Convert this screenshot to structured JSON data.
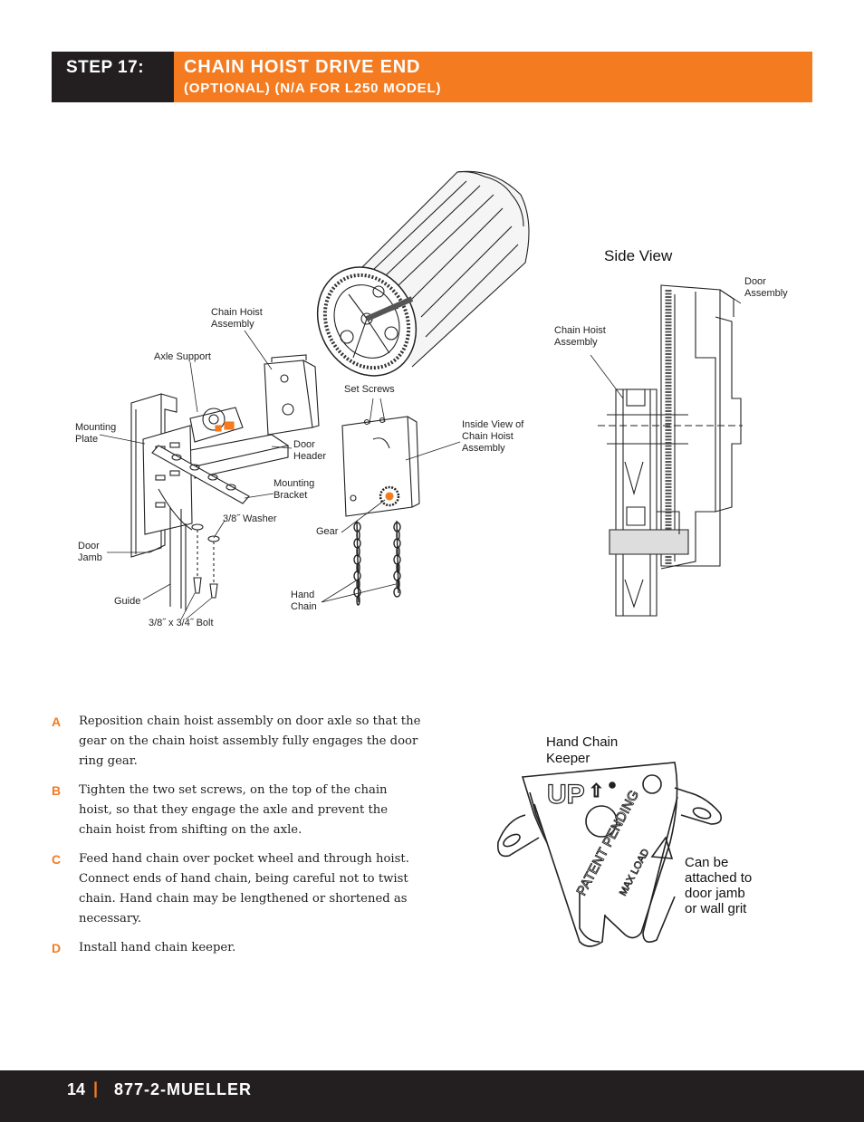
{
  "header": {
    "step_label": "STEP 17:",
    "title": "CHAIN HOIST DRIVE END",
    "subtitle": "(OPTIONAL) (N/A FOR L250 MODEL)"
  },
  "diagram": {
    "labels": {
      "chain_hoist_assembly": "Chain Hoist\nAssembly",
      "axle_support": "Axle Support",
      "set_screws": "Set Screws",
      "mounting_plate": "Mounting\nPlate",
      "door_header": "Door\nHeader",
      "inside_view": "Inside View of\nChain Hoist\nAssembly",
      "mounting_bracket": "Mounting\nBracket",
      "washer": "3/8˝ Washer",
      "gear": "Gear",
      "door_jamb": "Door\nJamb",
      "hand_chain": "Hand\nChain",
      "guide": "Guide",
      "bolt": "3/8˝ x 3/4˝ Bolt"
    },
    "side_view": {
      "title": "Side View",
      "door_assembly": "Door\nAssembly",
      "chain_hoist_assembly": "Chain Hoist\nAssembly"
    },
    "keeper": {
      "title": "Hand Chain\nKeeper",
      "note": "Can be\nattached to\ndoor jamb\nor wall grit",
      "up_text": "UP",
      "patent_text": "PATENT PENDING",
      "warning_text": "MAX LOAD"
    }
  },
  "steps": [
    {
      "letter": "A",
      "text": "Reposition chain hoist assembly on door axle so that the gear on the chain hoist assembly fully engages the door ring gear."
    },
    {
      "letter": "B",
      "text": "Tighten the two set screws, on the top of the chain hoist, so that they engage the axle and prevent the chain hoist from shifting on the axle."
    },
    {
      "letter": "C",
      "text": "Feed hand chain over pocket wheel and through hoist. Connect ends of hand chain, being careful not to twist chain.  Hand chain may be lengthened or shortened as necessary."
    },
    {
      "letter": "D",
      "text": "Install hand chain keeper."
    }
  ],
  "footer": {
    "page_number": "14",
    "separator": "|",
    "phone": "877-2-MUELLER"
  },
  "colors": {
    "accent": "#f47b20",
    "dark": "#231f20"
  }
}
